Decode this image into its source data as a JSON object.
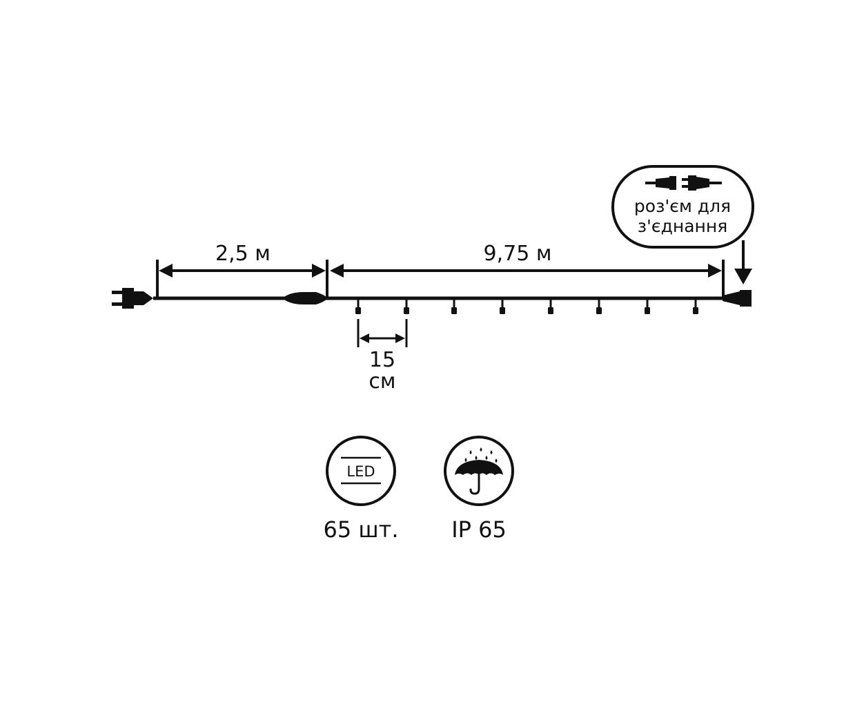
{
  "colors": {
    "ink": "#111111",
    "background": "#ffffff"
  },
  "dimensions": {
    "lead_cable": "2,5 м",
    "lit_section": "9,75 м",
    "spacing_value": "15",
    "spacing_unit": "см"
  },
  "connector_callout": {
    "line1": "роз'єм для",
    "line2": "з'єднання"
  },
  "badges": {
    "led": {
      "icon_text": "LED",
      "caption": "65 шт."
    },
    "ip": {
      "caption": "IP 65"
    }
  },
  "icons": {
    "plug": "plug-icon",
    "connector": "connector-pair-icon",
    "umbrella": "umbrella-icon"
  }
}
